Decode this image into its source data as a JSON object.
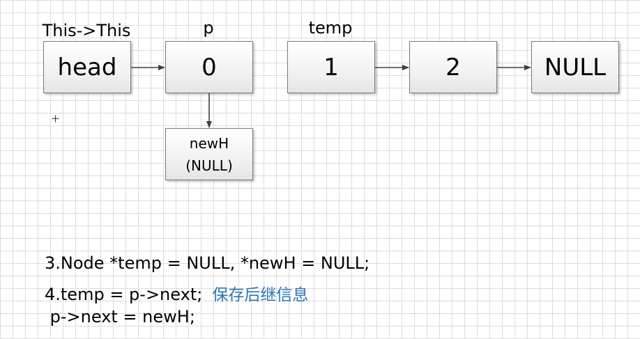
{
  "labels": {
    "this": "This->This",
    "p": "p",
    "temp": "temp"
  },
  "nodes": {
    "head": "head",
    "n0": "0",
    "n1": "1",
    "n2": "2",
    "null_end": "NULL",
    "newh_line1": "newH",
    "newh_line2": "(NULL)"
  },
  "code": {
    "line1": "3.Node *temp = NULL, *newH = NULL;",
    "line2": "4.temp = p->next;",
    "line2_comment": "保存后继信息",
    "line3": " p->next = newH;"
  },
  "colors": {
    "comment": "#2e75b6",
    "arrow": "#404040"
  }
}
